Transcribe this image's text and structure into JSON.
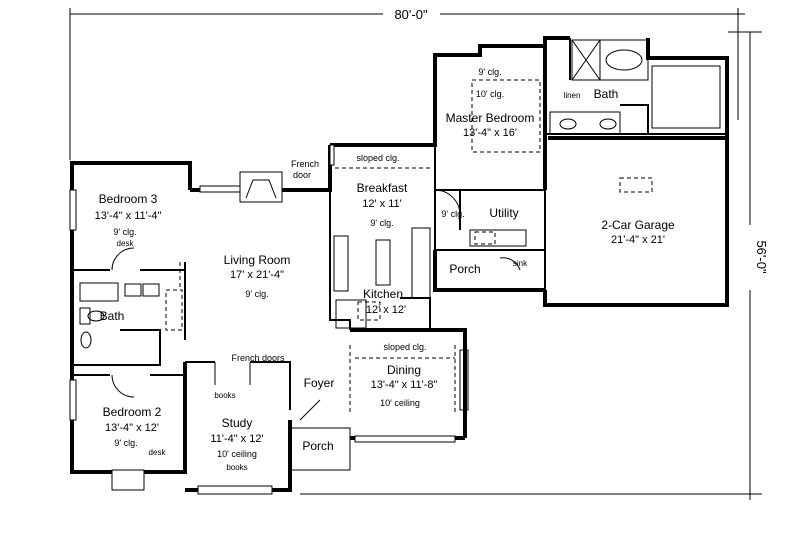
{
  "overall": {
    "width": "80'-0\"",
    "depth": "56'-0\""
  },
  "rooms": {
    "master_bedroom": {
      "name": "Master Bedroom",
      "size": "13'-4\" x 16'",
      "ceiling_top": "9' clg.",
      "ceiling_tray": "10' clg."
    },
    "bath_master": {
      "name": "Bath",
      "linen": "linen"
    },
    "breakfast": {
      "name": "Breakfast",
      "size": "12' x 11'",
      "ceiling": "9' clg.",
      "sloped": "sloped clg."
    },
    "french_door": {
      "line1": "French",
      "line2": "door"
    },
    "utility": {
      "name": "Utility",
      "ceiling": "9' clg."
    },
    "garage": {
      "name": "2-Car Garage",
      "size": "21'-4\" x 21'"
    },
    "porch_rear": {
      "name": "Porch",
      "sink": "sink"
    },
    "bedroom3": {
      "name": "Bedroom 3",
      "size": "13'-4\" x 11'-4\"",
      "ceiling": "9' clg.",
      "desk": "desk"
    },
    "living": {
      "name": "Living Room",
      "size": "17' x 21'-4\"",
      "ceiling": "9' clg."
    },
    "kitchen": {
      "name": "Kitchen",
      "size": "12' x 12'"
    },
    "bath2": {
      "name": "Bath"
    },
    "dining": {
      "name": "Dining",
      "size": "13'-4\" x 11'-8\"",
      "ceiling": "10' ceiling",
      "sloped": "sloped clg."
    },
    "french_doors": {
      "label": "French doors"
    },
    "foyer": {
      "name": "Foyer"
    },
    "bedroom2": {
      "name": "Bedroom 2",
      "size": "13'-4\" x 12'",
      "ceiling": "9' clg.",
      "desk": "desk"
    },
    "study": {
      "name": "Study",
      "size": "11'-4\" x 12'",
      "ceiling": "10' ceiling",
      "books_top": "books",
      "books_bottom": "books"
    },
    "porch_front": {
      "name": "Porch"
    }
  }
}
